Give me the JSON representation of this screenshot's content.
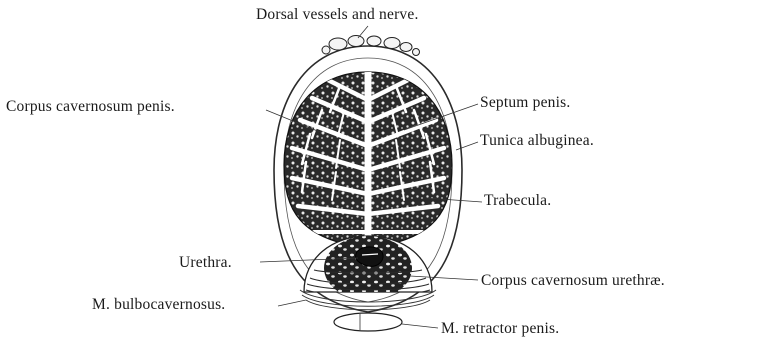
{
  "diagram": {
    "labels": {
      "dorsal": "Dorsal vessels and nerve.",
      "corpus_penis": "Corpus cavernosum penis.",
      "septum": "Septum penis.",
      "tunica": "Tunica albuginea.",
      "trabecula": "Trabecula.",
      "urethra": "Urethra.",
      "corpus_urethrae": "Corpus cavernosum urethræ.",
      "bulbocavernosus": "M. bulbocavernosus.",
      "retractor": "M. retractor penis."
    }
  }
}
